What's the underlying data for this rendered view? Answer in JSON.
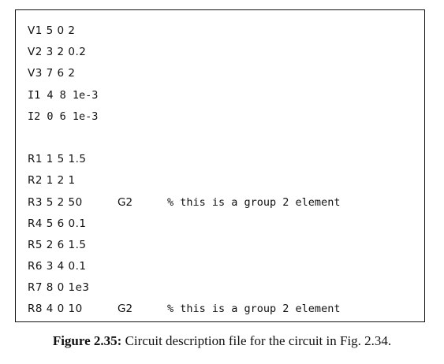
{
  "netlist": {
    "lines": [
      {
        "text": "V1 5 0 2",
        "group": "",
        "comment": "",
        "mono": false
      },
      {
        "text": "V2 3 2 0.2",
        "group": "",
        "comment": "",
        "mono": false
      },
      {
        "text": "V3 7 6 2",
        "group": "",
        "comment": "",
        "mono": false
      },
      {
        "text": "I1 4 8 1e-3",
        "group": "",
        "comment": "",
        "mono": true
      },
      {
        "text": "I2 0 6 1e-3",
        "group": "",
        "comment": "",
        "mono": true
      },
      {
        "text": "",
        "group": "",
        "comment": "",
        "mono": false
      },
      {
        "text": "R1 1 5 1.5",
        "group": "",
        "comment": "",
        "mono": false
      },
      {
        "text": "R2 1 2 1",
        "group": "",
        "comment": "",
        "mono": false
      },
      {
        "text": "R3 5 2 50",
        "group": "G2",
        "comment": "% this is a group 2 element",
        "mono": false
      },
      {
        "text": "R4 5 6 0.1",
        "group": "",
        "comment": "",
        "mono": false
      },
      {
        "text": "R5 2 6 1.5",
        "group": "",
        "comment": "",
        "mono": false
      },
      {
        "text": "R6 3 4 0.1",
        "group": "",
        "comment": "",
        "mono": false
      },
      {
        "text": "R7 8 0 1e3",
        "group": "",
        "comment": "",
        "mono": false
      },
      {
        "text": "R8 4 0 10",
        "group": "G2",
        "comment": "% this is a group 2 element",
        "mono": false
      }
    ]
  },
  "caption": {
    "label": "Figure 2.35:",
    "text": " Circuit description file for the circuit in Fig. 2.34."
  }
}
